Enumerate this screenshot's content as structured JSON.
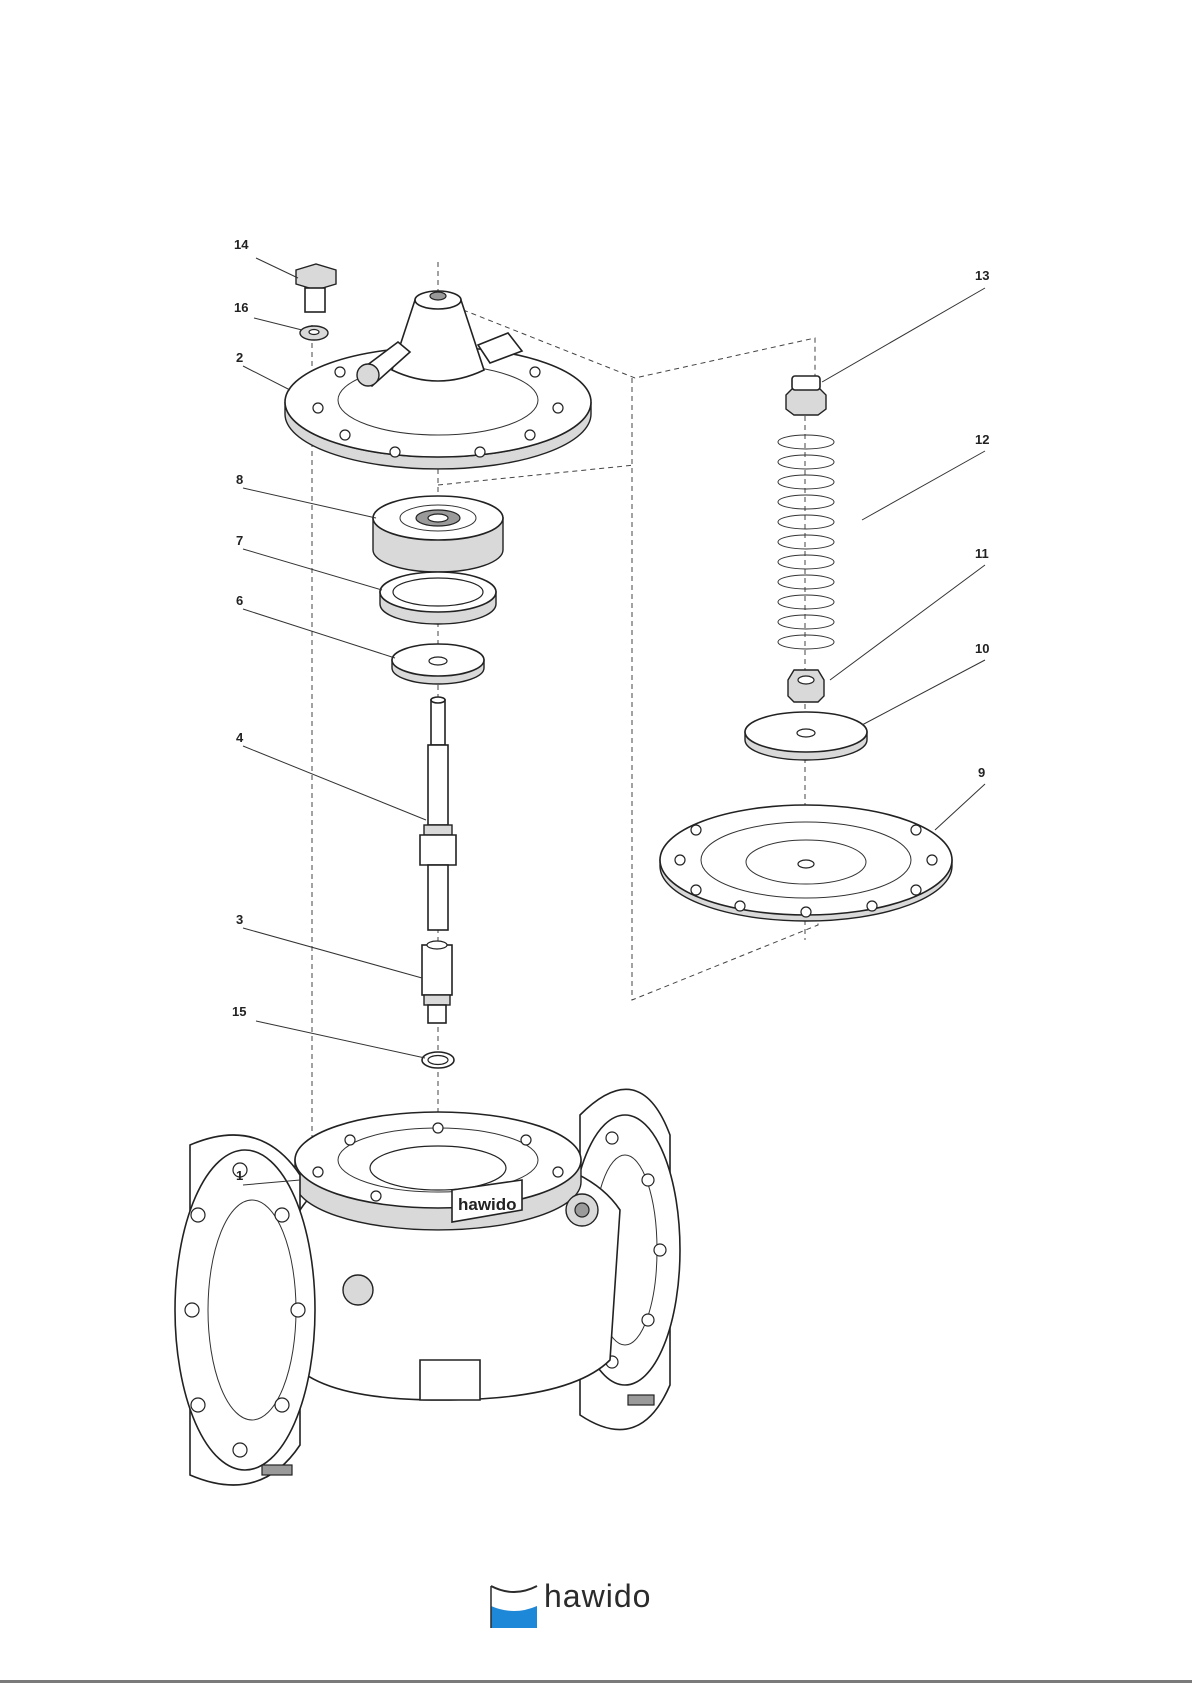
{
  "callouts": {
    "c1": "1",
    "c2": "2",
    "c3": "3",
    "c4": "4",
    "c6": "6",
    "c7": "7",
    "c8": "8",
    "c9": "9",
    "c10": "10",
    "c11": "11",
    "c12": "12",
    "c13": "13",
    "c14": "14",
    "c15": "15",
    "c16": "16"
  },
  "body_marking": "hawido",
  "footer": {
    "brand": "hawido"
  },
  "colors": {
    "logo_blue": "#1e88d8",
    "line": "#222222"
  }
}
